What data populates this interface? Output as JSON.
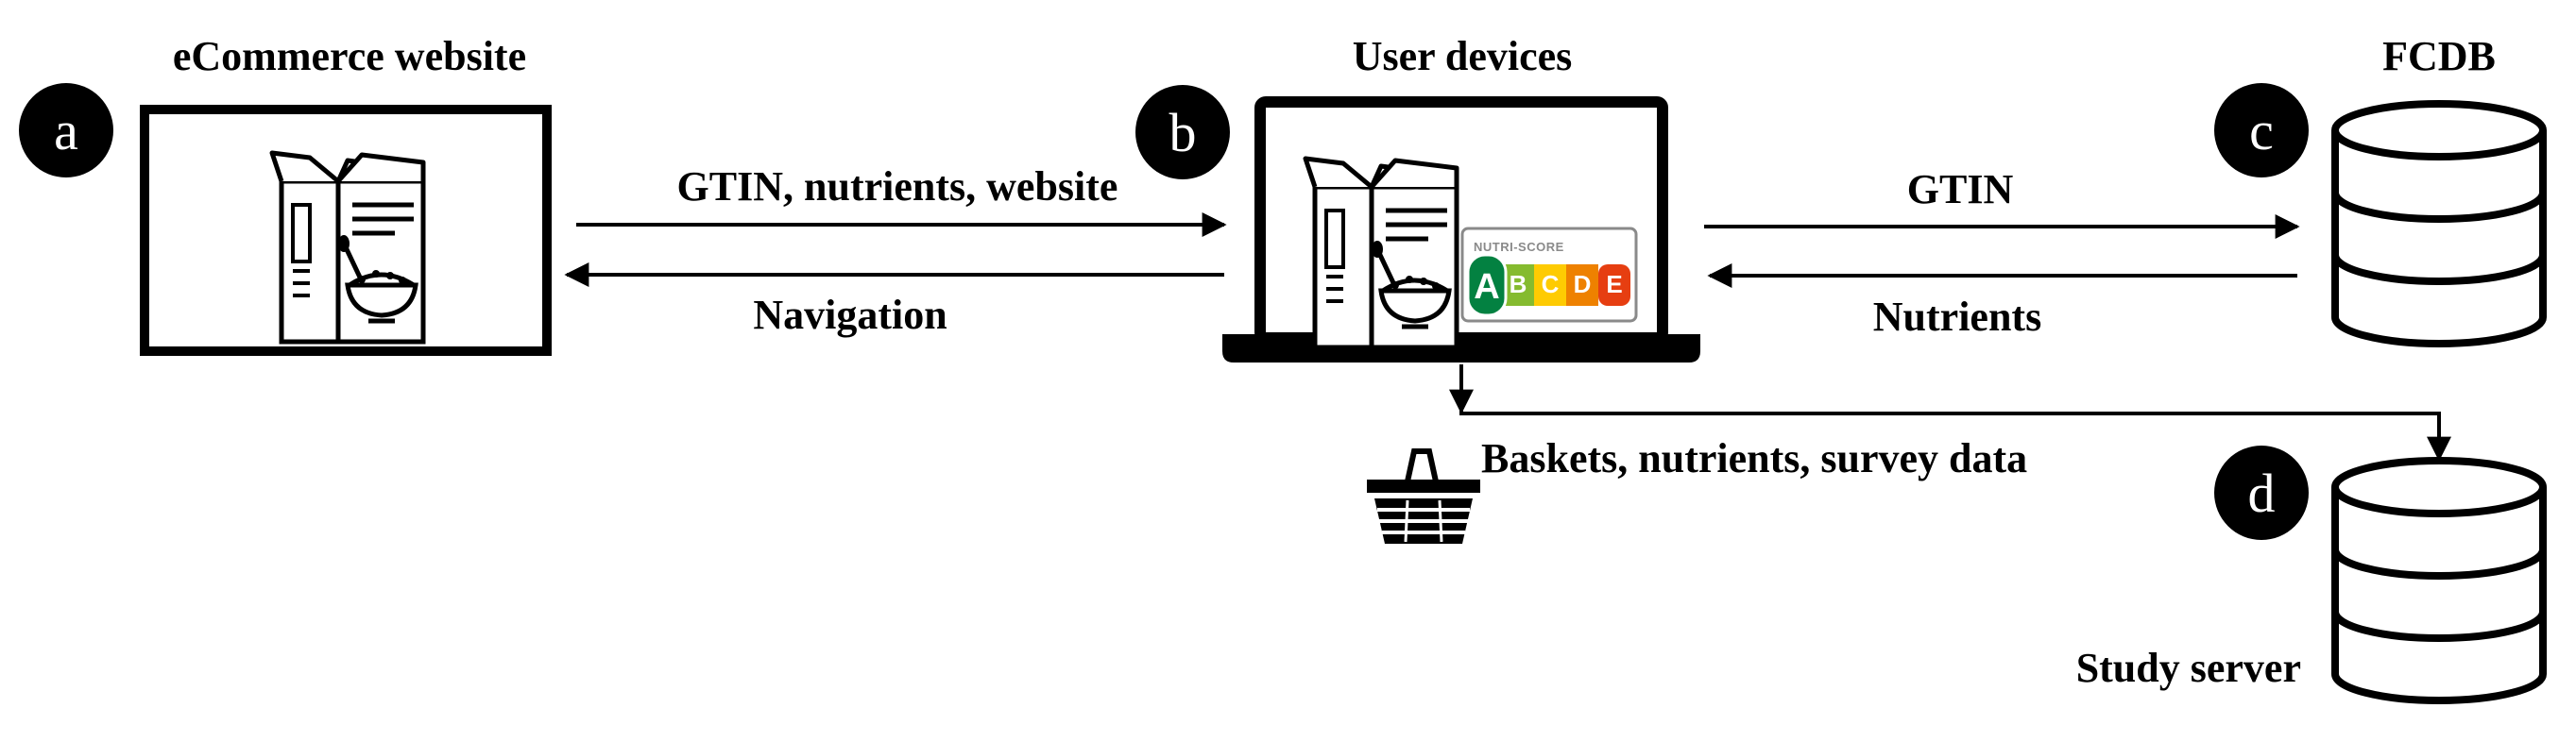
{
  "labels": {
    "ecommerce_title": "eCommerce website",
    "user_devices_title": "User devices",
    "fcdb_title": "FCDB",
    "study_server_title": "Study server",
    "arrow_top_left": "GTIN, nutrients, website",
    "arrow_bottom_left": "Navigation",
    "arrow_top_right": "GTIN",
    "arrow_bottom_right": "Nutrients",
    "upload_label": "Baskets, nutrients, survey data"
  },
  "badges": [
    "a",
    "b",
    "c",
    "d"
  ],
  "nutri_score": {
    "title": "NUTRI-SCORE",
    "grades": [
      "A",
      "B",
      "C",
      "D",
      "E"
    ],
    "selected": "A",
    "colors": [
      "#038141",
      "#85bb2f",
      "#fecb02",
      "#ee8100",
      "#e63e11"
    ]
  },
  "icons": {
    "product": "cereal-box-icon",
    "database": "database-icon",
    "basket": "shopping-basket-icon",
    "device": "laptop-icon"
  }
}
